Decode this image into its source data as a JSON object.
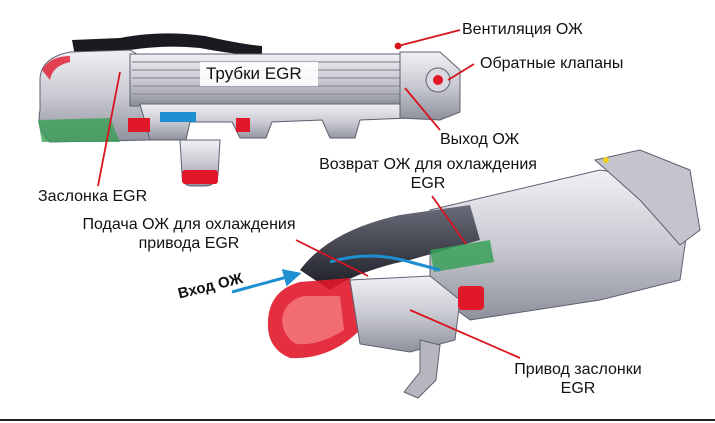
{
  "labels": {
    "coolant_vent": "Вентиляция ОЖ",
    "egr_tubes": "Трубки EGR",
    "check_valves": "Обратные клапаны",
    "coolant_out": "Выход ОЖ",
    "egr_cooling_return_line1": "Возврат ОЖ для охлаждения",
    "egr_cooling_return_line2": "EGR",
    "egr_flap": "Заслонка EGR",
    "egr_drive_supply_line1": "Подача ОЖ для охлаждения",
    "egr_drive_supply_line2": "привода EGR",
    "coolant_in": "Вход ОЖ",
    "flap_actuator_line1": "Привод заслонки",
    "flap_actuator_line2": "EGR"
  },
  "colors": {
    "leader_red": "#d8141e",
    "arrow_blue": "#1e8fd0",
    "metal_light": "#d9d9df",
    "metal_mid": "#a7a8b2",
    "metal_dark": "#5e6070",
    "accent_red": "#e0182a",
    "accent_green": "#3aa058"
  }
}
